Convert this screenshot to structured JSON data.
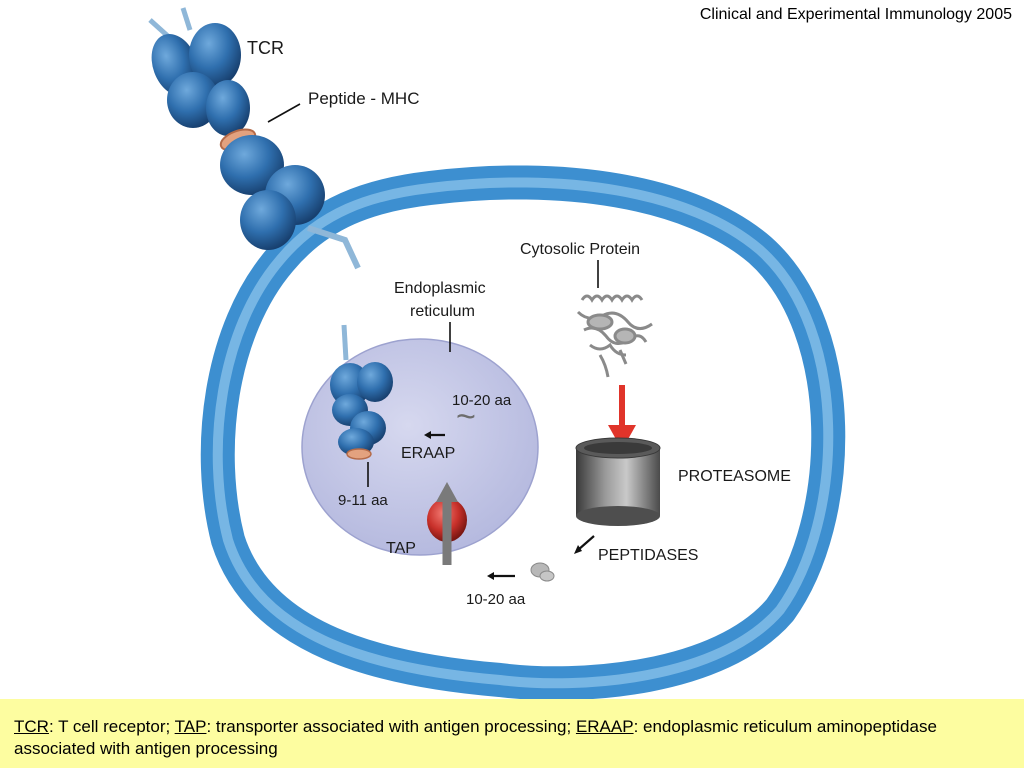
{
  "source": "Clinical and Experimental Immunology 2005",
  "labels": {
    "tcr": "TCR",
    "peptide_mhc": "Peptide - MHC",
    "cytosolic_protein": "Cytosolic Protein",
    "er_line1": "Endoplasmic",
    "er_line2": "reticulum",
    "aa_er": "10-20 aa",
    "eraap": "ERAAP",
    "aa_mhc": "9-11 aa",
    "tap": "TAP",
    "proteasome": "PROTEASOME",
    "peptidases": "PEPTIDASES",
    "aa_cytosol": "10-20 aa",
    "tilde": "~"
  },
  "legend": {
    "tcr_abbr": "TCR",
    "tcr_def": ": T cell receptor; ",
    "tap_abbr": "TAP",
    "tap_def": ": transporter associated with antigen processing; ",
    "eraap_abbr": "ERAAP",
    "eraap_def": ": endoplasmic reticulum aminopeptidase associated with antigen processing"
  },
  "colors": {
    "membrane": "#4a9ad6",
    "er": "#c4c7e6",
    "protein": "#2a63a4",
    "proteasome": "#6f6f6f",
    "tap": "#c8302a",
    "arrow_red": "#e0342a",
    "legend_bg": "#fdfda0"
  }
}
